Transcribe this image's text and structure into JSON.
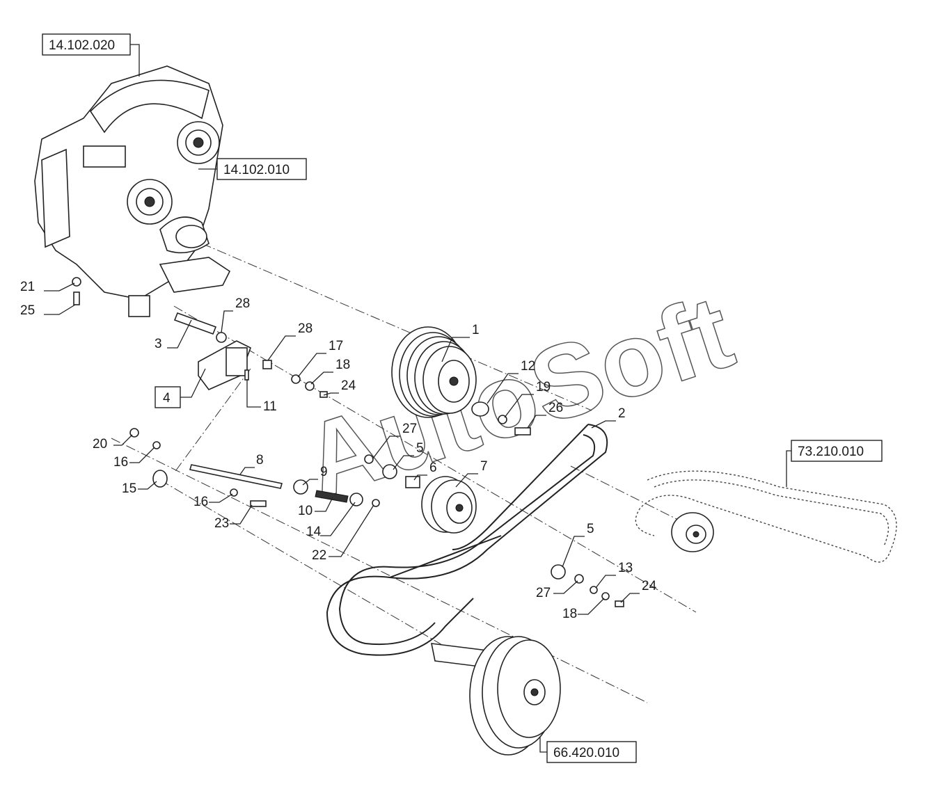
{
  "reference_boxes": {
    "ref_14_102_020": "14.102.020",
    "ref_14_102_010": "14.102.010",
    "ref_73_210_010": "73.210.010",
    "ref_66_420_010": "66.420.010",
    "item_4": "4"
  },
  "callouts": {
    "c1": "1",
    "c2": "2",
    "c3": "3",
    "c5a": "5",
    "c5b": "5",
    "c6": "6",
    "c7": "7",
    "c8": "8",
    "c9": "9",
    "c10": "10",
    "c11": "11",
    "c12": "12",
    "c13": "13",
    "c14": "14",
    "c15": "15",
    "c16a": "16",
    "c16b": "16",
    "c17": "17",
    "c18a": "18",
    "c18b": "18",
    "c19": "19",
    "c20": "20",
    "c21": "21",
    "c22": "22",
    "c23": "23",
    "c24a": "24",
    "c24b": "24",
    "c25": "25",
    "c26": "26",
    "c27a": "27",
    "c27b": "27",
    "c28a": "28",
    "c28b": "28"
  },
  "watermark": "AutoSoft"
}
